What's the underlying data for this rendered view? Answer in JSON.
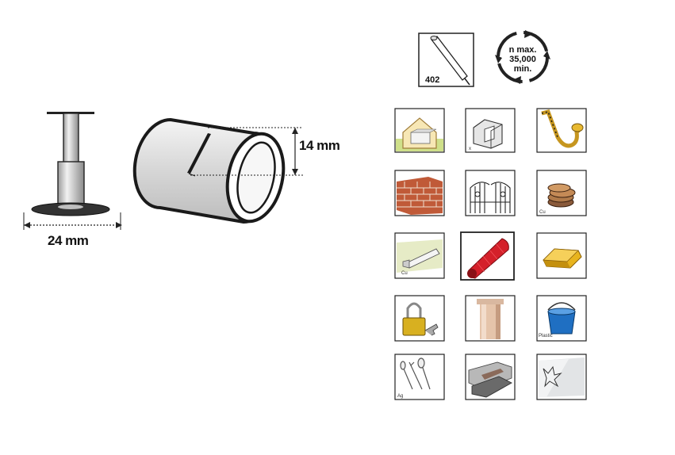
{
  "dimensions": {
    "diameter": "24 mm",
    "height": "14 mm"
  },
  "icons": {
    "accessory_number": "402",
    "rpm_line1": "n max.",
    "rpm_line2": "35,000",
    "rpm_line3": "min."
  },
  "material_tiles": [
    {
      "name": "household-icon",
      "label": ""
    },
    {
      "name": "model-making-icon",
      "label": ""
    },
    {
      "name": "saxophone-icon",
      "label": ""
    },
    {
      "name": "brick-wall-icon",
      "label": ""
    },
    {
      "name": "wrought-iron-gate-icon",
      "label": ""
    },
    {
      "name": "copper-coins-icon",
      "label": "Cu"
    },
    {
      "name": "copper-pipe-icon",
      "label": "Cu"
    },
    {
      "name": "red-tube-icon",
      "label": ""
    },
    {
      "name": "gold-bar-icon",
      "label": ""
    },
    {
      "name": "padlock-key-icon",
      "label": ""
    },
    {
      "name": "stone-column-icon",
      "label": ""
    },
    {
      "name": "plastic-bucket-icon",
      "label": "Plastic"
    },
    {
      "name": "cutlery-icon",
      "label": "Ag"
    },
    {
      "name": "metal-sheets-icon",
      "label": ""
    },
    {
      "name": "glass-icon",
      "label": ""
    }
  ]
}
